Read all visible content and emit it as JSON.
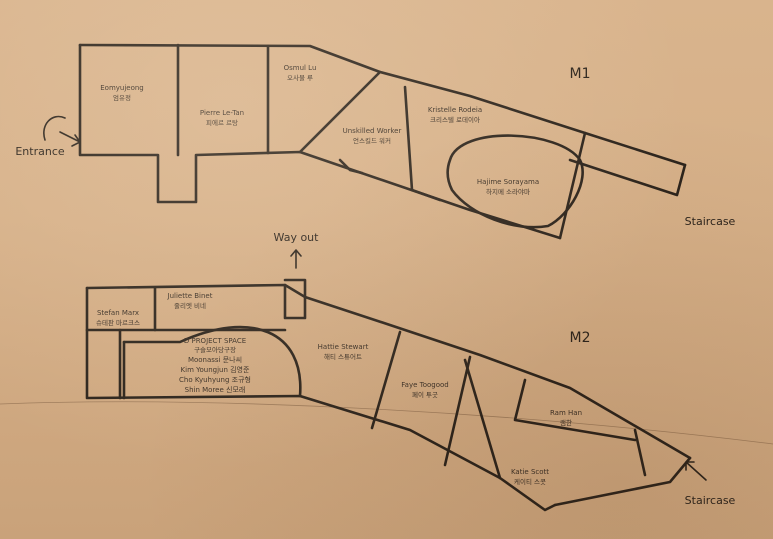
{
  "floors": {
    "m1": {
      "label": "M1"
    },
    "m2": {
      "label": "M2"
    }
  },
  "markers": {
    "entrance": "Entrance",
    "staircase_m1": "Staircase",
    "staircase_m2": "Staircase",
    "way_out": "Way out"
  },
  "rooms_m1": {
    "eomyujeong": {
      "en": "Eomyujeong",
      "ko": "엄유정"
    },
    "pierre": {
      "en": "Pierre Le-Tan",
      "ko": "피에르 르탕"
    },
    "osamu": {
      "en": "Osmul Lu",
      "ko": "오사물 루"
    },
    "unskilled": {
      "en": "Unskilled Worker",
      "ko": "언스킬드 워커"
    },
    "kristelle": {
      "en": "Kristelle Rodeia",
      "ko": "크리스텔 로데이아"
    },
    "hajime": {
      "en": "Hajime Sorayama",
      "ko": "하지메 소라야마"
    }
  },
  "rooms_m2": {
    "stefan": {
      "en": "Stefan Marx",
      "ko": "슈테판 마르크스"
    },
    "juliette": {
      "en": "Juliette Binet",
      "ko": "줄리엣 비네"
    },
    "dproject": {
      "line1": "D PROJECT SPACE",
      "line2": "구슬모아당구장",
      "line3": "Moonassi 문나씨",
      "line4": "Kim Youngjun 김영준",
      "line5": "Cho Kyuhyung 조규형",
      "line6": "Shin Moree 신모래"
    },
    "hattie": {
      "en": "Hattie Stewart",
      "ko": "해티 스튜어트"
    },
    "faye": {
      "en": "Faye Toogood",
      "ko": "페이 투굿"
    },
    "ram": {
      "en": "Ram Han",
      "ko": "램한"
    },
    "katie": {
      "en": "Katie Scott",
      "ko": "케이티 스콧"
    }
  },
  "colors": {
    "board": "#d6b088",
    "ink": "#2c241c"
  }
}
